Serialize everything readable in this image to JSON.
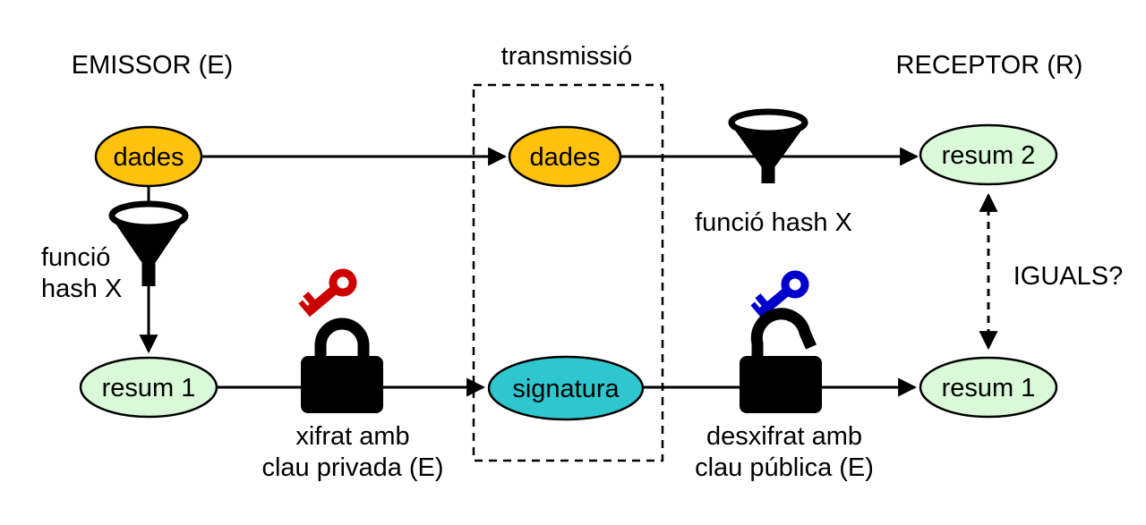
{
  "diagram": {
    "header": {
      "emissor": "EMISSOR (E)",
      "transmissio": "transmissió",
      "receptor": "RECEPTOR (R)"
    },
    "nodes": {
      "dades_emissor": "dades",
      "dades_transmissio": "dades",
      "resum2": "resum 2",
      "resum1_emissor": "resum 1",
      "signatura": "signatura",
      "resum1_receptor": "resum 1"
    },
    "labels": {
      "funcio_hash_line1": "funció",
      "funcio_hash_line2": "hash X",
      "funcio_hash_x": "funció hash X",
      "xifrat_line1": "xifrat amb",
      "xifrat_line2": "clau privada (E)",
      "desxifrat_line1": "desxifrat amb",
      "desxifrat_line2": "clau pública (E)",
      "iguals": "IGUALS?"
    },
    "colors": {
      "dades_fill": "#ffc20e",
      "resum_fill": "#d9f9d9",
      "signatura_fill": "#2fc7cf",
      "key_private": "#cc0000",
      "key_public": "#0000cc",
      "line": "#000000"
    }
  }
}
